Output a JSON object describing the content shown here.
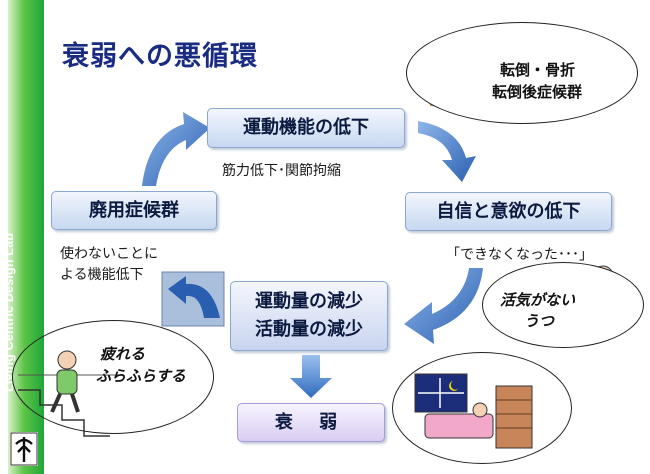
{
  "sidebar": {
    "lab_name": "Living Centric Design Lab"
  },
  "title": "衰弱への悪循環",
  "cycle": {
    "top": "運動機能の低下",
    "top_note": "筋力低下･関節拘縮",
    "right": "自信と意欲の低下",
    "right_note": "「できなくなった･･･」",
    "center_line1": "運動量の減少",
    "center_line2": "活動量の減少",
    "left": "廃用症候群",
    "left_note_line1": "使わないことに",
    "left_note_line2": "よる機能低下",
    "bottom": "衰 弱"
  },
  "bubbles": {
    "fall_line1": "転倒・骨折",
    "fall_line2": "転倒後症候群",
    "depress_line1": "活気がない",
    "depress_line2": "うつ",
    "tired_line1": "疲れる",
    "tired_line2": "ふらふらする"
  },
  "colors": {
    "title": "#1a2b82",
    "arrow": "#2f6bbf",
    "sidebar": "#2aa83e"
  }
}
